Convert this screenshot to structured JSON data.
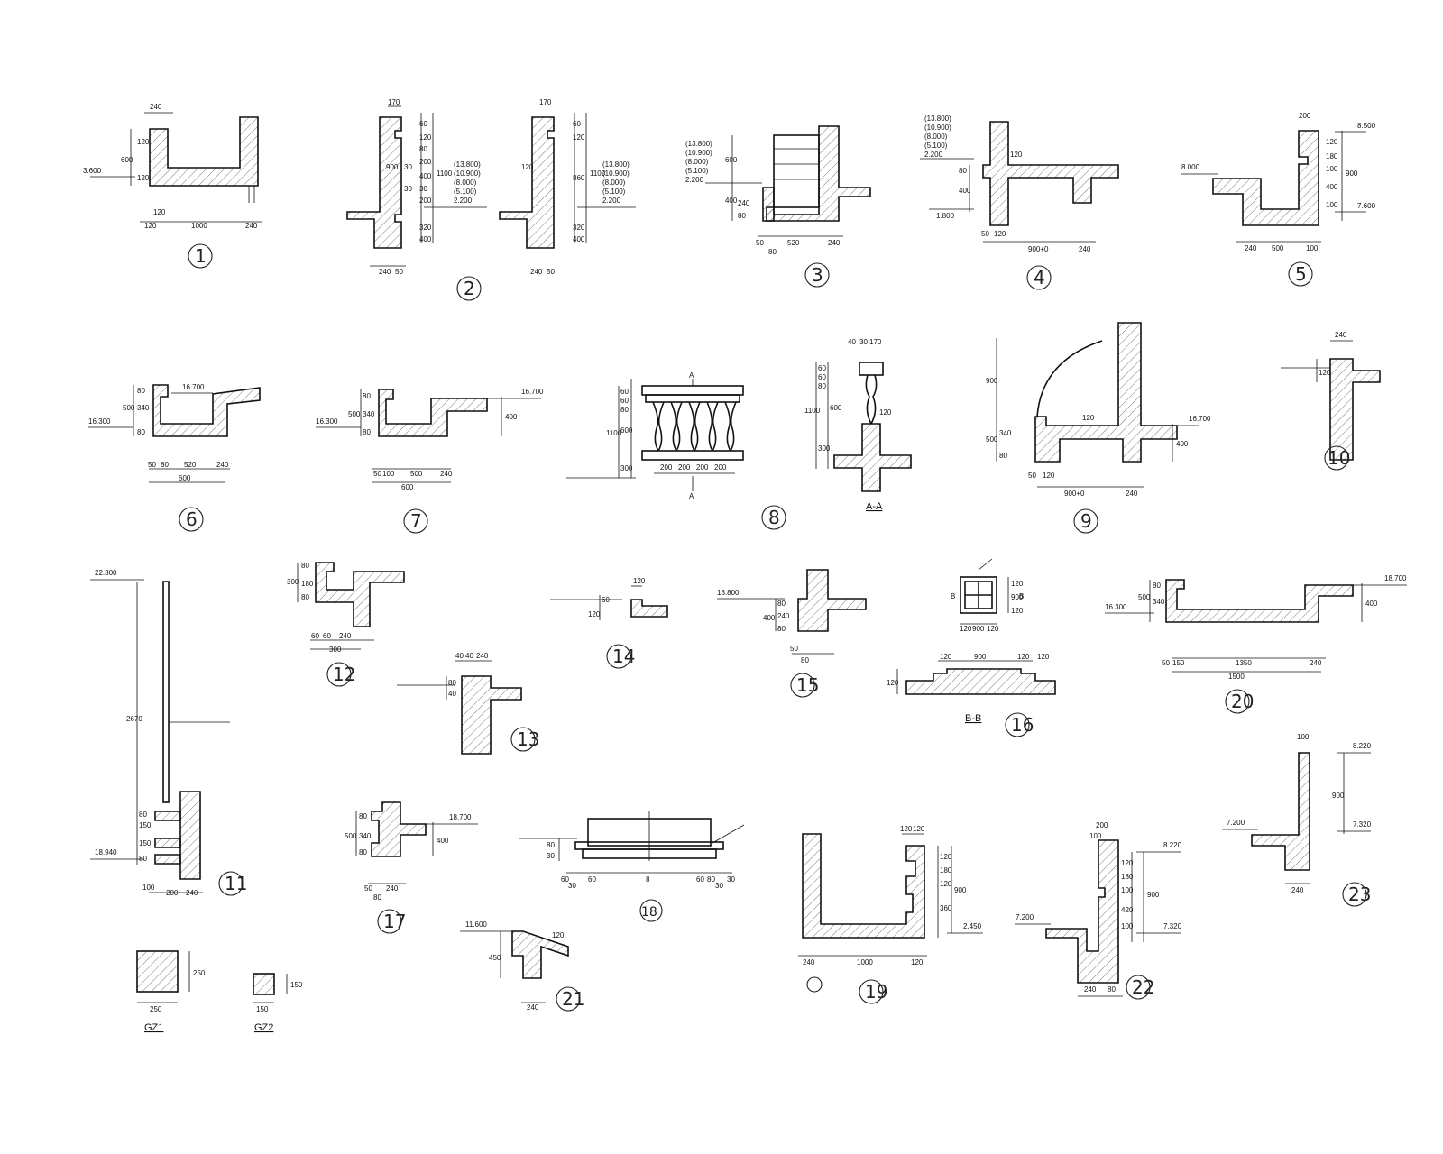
{
  "details": {
    "d1": {
      "label": "1",
      "dims": [
        "240",
        "600",
        "120",
        "120",
        "120",
        "1000",
        "240",
        "120",
        "3.600"
      ]
    },
    "d2": {
      "label": "2",
      "dims": [
        "170",
        "60",
        "120",
        "80",
        "200",
        "400",
        "200",
        "30",
        "30",
        "320",
        "400",
        "1100",
        "900",
        "30",
        "240",
        "50",
        "(13.800)",
        "(10.900)",
        "(8.000)",
        "(5.100)",
        "2.200"
      ]
    },
    "d2b": {
      "dims": [
        "170",
        "60",
        "120",
        "860",
        "1100",
        "120",
        "320",
        "400",
        "240",
        "50",
        "(13.800)",
        "(10.900)",
        "(8.000)",
        "(5.100)",
        "2.200"
      ]
    },
    "d3": {
      "label": "3",
      "dims": [
        "(13.800)",
        "(10.900)",
        "(8.000)",
        "(5.100)",
        "2.200",
        "600",
        "400",
        "240",
        "80",
        "50",
        "80",
        "520",
        "240"
      ]
    },
    "d4": {
      "label": "4",
      "dims": [
        "(13.800)",
        "(10.900)",
        "(8.000)",
        "(5.100)",
        "2.200",
        "120",
        "80",
        "400",
        "1.800",
        "50",
        "120",
        "900+0",
        "240"
      ]
    },
    "d5": {
      "label": "5",
      "dims": [
        "200",
        "8.500",
        "120",
        "180",
        "100",
        "400",
        "100",
        "900",
        "7.600",
        "8.000",
        "240",
        "500",
        "100"
      ]
    },
    "d6": {
      "label": "6",
      "dims": [
        "16.700",
        "16.300",
        "500",
        "340",
        "80",
        "80",
        "50",
        "80",
        "520",
        "240",
        "600"
      ]
    },
    "d7": {
      "label": "7",
      "dims": [
        "16.700",
        "16.300",
        "500",
        "340",
        "80",
        "80",
        "400",
        "50",
        "100",
        "500",
        "240",
        "600"
      ]
    },
    "d8": {
      "label": "8",
      "dims": [
        "A",
        "A",
        "60",
        "60",
        "80",
        "600",
        "1100",
        "300",
        "200",
        "200",
        "200",
        "200"
      ]
    },
    "d8a": {
      "section": "A-A",
      "dims": [
        "40",
        "30",
        "170",
        "60",
        "60",
        "80",
        "600",
        "1100",
        "300",
        "120"
      ]
    },
    "d9": {
      "label": "9",
      "dims": [
        "900",
        "500",
        "340",
        "80",
        "120",
        "16.700",
        "400",
        "50",
        "120",
        "900+0",
        "240"
      ]
    },
    "d10": {
      "label": "10",
      "dims": [
        "240",
        "120"
      ]
    },
    "d11": {
      "label": "11",
      "dims": [
        "22.300",
        "2670",
        "18.940",
        "150",
        "150",
        "80",
        "80",
        "100",
        "200",
        "240"
      ]
    },
    "d12": {
      "label": "12",
      "dims": [
        "300",
        "80",
        "180",
        "80",
        "60",
        "60",
        "240",
        "300"
      ]
    },
    "d13": {
      "label": "13",
      "dims": [
        "40",
        "40",
        "240",
        "80",
        "40"
      ]
    },
    "d14": {
      "label": "14",
      "dims": [
        "120",
        "60",
        "120"
      ]
    },
    "d15": {
      "label": "15",
      "dims": [
        "13.800",
        "400",
        "80",
        "240",
        "80",
        "50",
        "80"
      ]
    },
    "d16": {
      "label": "16",
      "section": "B-B",
      "dims": [
        "900",
        "120",
        "120",
        "900",
        "120",
        "120",
        "120",
        "120",
        "900",
        "120",
        "B",
        "B",
        "120"
      ]
    },
    "d17": {
      "label": "17",
      "dims": [
        "500",
        "340",
        "80",
        "80",
        "18.700",
        "400",
        "50",
        "240",
        "80"
      ]
    },
    "d18": {
      "label": "18",
      "dims": [
        "30",
        "60",
        "80",
        "30",
        "60",
        "8",
        "60",
        "30",
        "80",
        "30"
      ]
    },
    "d19": {
      "label": "19",
      "dims": [
        "120",
        "120",
        "120",
        "180",
        "120",
        "900",
        "360",
        "2.450",
        "240",
        "1000",
        "120"
      ]
    },
    "d20": {
      "label": "20",
      "dims": [
        "18.700",
        "16.300",
        "500",
        "340",
        "80",
        "400",
        "50",
        "150",
        "1350",
        "240",
        "1500"
      ]
    },
    "d21": {
      "label": "21",
      "dims": [
        "11.600",
        "450",
        "120",
        "240"
      ]
    },
    "d22": {
      "label": "22",
      "dims": [
        "200",
        "100",
        "8.220",
        "120",
        "180",
        "100",
        "420",
        "100",
        "900",
        "7.200",
        "7.320",
        "240",
        "80"
      ]
    },
    "d23": {
      "label": "23",
      "dims": [
        "100",
        "8.220",
        "900",
        "7.320",
        "7.200",
        "240"
      ]
    },
    "gz1": {
      "label": "GZ1",
      "dims": [
        "250",
        "250"
      ]
    },
    "gz2": {
      "label": "GZ2",
      "dims": [
        "150",
        "150"
      ]
    }
  }
}
